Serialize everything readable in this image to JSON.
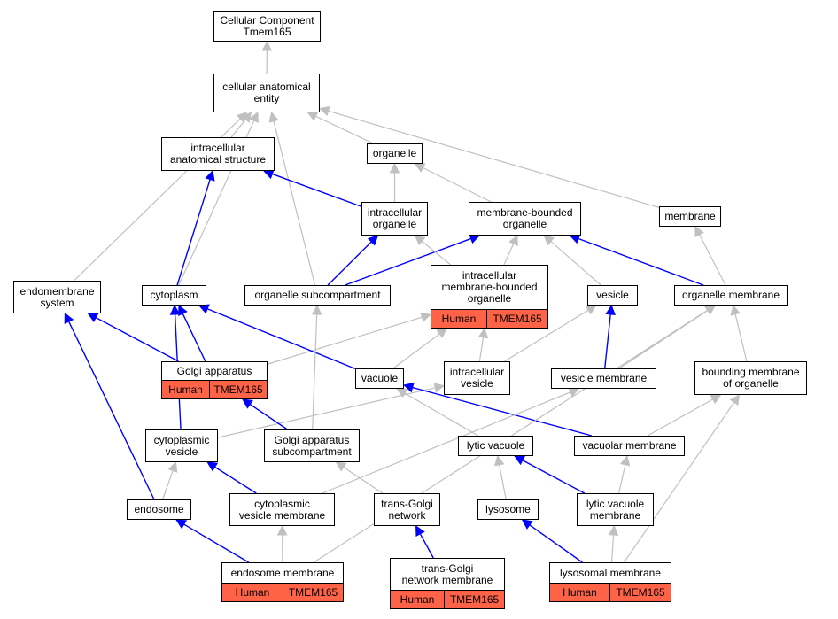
{
  "colors": {
    "is_a": "#c0c0c0",
    "part_of": "#0000ff",
    "annotation": "#ff6347"
  },
  "nodes": {
    "root": "Cellular Component\nTmem165",
    "cae": "cellular anatomical\nentity",
    "ias": "intracellular\nanatomical structure",
    "organelle": "organelle",
    "io": "intracellular\norganelle",
    "mbo": "membrane-bounded\norganelle",
    "membrane": "membrane",
    "es": "endomembrane\nsystem",
    "cyto": "cytoplasm",
    "osub": "organelle subcompartment",
    "imbo": "intracellular\nmembrane-bounded\norganelle",
    "vesicle": "vesicle",
    "om": "organelle membrane",
    "golgi": "Golgi apparatus",
    "vacuole": "vacuole",
    "iv": "intracellular\nvesicle",
    "vm": "vesicle membrane",
    "bmo": "bounding membrane\nof organelle",
    "cv": "cytoplasmic\nvesicle",
    "gas": "Golgi apparatus\nsubcompartment",
    "lv": "lytic vacuole",
    "vacm": "vacuolar membrane",
    "endosome": "endosome",
    "cvm": "cytoplasmic\nvesicle membrane",
    "tgn": "trans-Golgi\nnetwork",
    "lysosome": "lysosome",
    "lvm": "lytic vacuole\nmembrane",
    "em": "endosome membrane",
    "tgnm": "trans-Golgi\nnetwork membrane",
    "lm": "lysosomal membrane"
  },
  "annotations": {
    "imbo": [
      "Human",
      "TMEM165"
    ],
    "golgi": [
      "Human",
      "TMEM165"
    ],
    "em": [
      "Human",
      "TMEM165"
    ],
    "tgnm": [
      "Human",
      "TMEM165"
    ],
    "lm": [
      "Human",
      "TMEM165"
    ]
  },
  "edges": [
    {
      "from": "cae",
      "to": "root",
      "type": "is_a"
    },
    {
      "from": "ias",
      "to": "cae",
      "type": "is_a"
    },
    {
      "from": "organelle",
      "to": "cae",
      "type": "is_a"
    },
    {
      "from": "membrane",
      "to": "cae",
      "type": "is_a"
    },
    {
      "from": "es",
      "to": "cae",
      "type": "is_a"
    },
    {
      "from": "cyto",
      "to": "cae",
      "type": "is_a"
    },
    {
      "from": "osub",
      "to": "cae",
      "type": "is_a"
    },
    {
      "from": "io",
      "to": "organelle",
      "type": "is_a"
    },
    {
      "from": "mbo",
      "to": "organelle",
      "type": "is_a"
    },
    {
      "from": "io",
      "to": "ias",
      "type": "part_of"
    },
    {
      "from": "cyto",
      "to": "ias",
      "type": "part_of"
    },
    {
      "from": "osub",
      "to": "io",
      "type": "part_of"
    },
    {
      "from": "osub",
      "to": "mbo",
      "type": "part_of"
    },
    {
      "from": "imbo",
      "to": "io",
      "type": "is_a"
    },
    {
      "from": "imbo",
      "to": "mbo",
      "type": "is_a"
    },
    {
      "from": "vesicle",
      "to": "mbo",
      "type": "is_a"
    },
    {
      "from": "om",
      "to": "mbo",
      "type": "part_of"
    },
    {
      "from": "om",
      "to": "membrane",
      "type": "is_a"
    },
    {
      "from": "golgi",
      "to": "es",
      "type": "part_of"
    },
    {
      "from": "golgi",
      "to": "cyto",
      "type": "part_of"
    },
    {
      "from": "golgi",
      "to": "imbo",
      "type": "is_a"
    },
    {
      "from": "vacuole",
      "to": "cyto",
      "type": "part_of"
    },
    {
      "from": "vacuole",
      "to": "imbo",
      "type": "is_a"
    },
    {
      "from": "iv",
      "to": "imbo",
      "type": "is_a"
    },
    {
      "from": "iv",
      "to": "vesicle",
      "type": "is_a"
    },
    {
      "from": "vm",
      "to": "vesicle",
      "type": "part_of"
    },
    {
      "from": "vm",
      "to": "om",
      "type": "is_a"
    },
    {
      "from": "bmo",
      "to": "om",
      "type": "is_a"
    },
    {
      "from": "cv",
      "to": "cyto",
      "type": "part_of"
    },
    {
      "from": "cv",
      "to": "iv",
      "type": "is_a"
    },
    {
      "from": "gas",
      "to": "golgi",
      "type": "part_of"
    },
    {
      "from": "gas",
      "to": "osub",
      "type": "is_a"
    },
    {
      "from": "lv",
      "to": "vacuole",
      "type": "is_a"
    },
    {
      "from": "vacm",
      "to": "vacuole",
      "type": "part_of"
    },
    {
      "from": "vacm",
      "to": "bmo",
      "type": "is_a"
    },
    {
      "from": "endosome",
      "to": "es",
      "type": "part_of"
    },
    {
      "from": "endosome",
      "to": "cv",
      "type": "is_a"
    },
    {
      "from": "cvm",
      "to": "cv",
      "type": "part_of"
    },
    {
      "from": "cvm",
      "to": "vm",
      "type": "is_a"
    },
    {
      "from": "tgn",
      "to": "gas",
      "type": "is_a"
    },
    {
      "from": "lysosome",
      "to": "lv",
      "type": "is_a"
    },
    {
      "from": "lvm",
      "to": "lv",
      "type": "part_of"
    },
    {
      "from": "lvm",
      "to": "vacm",
      "type": "is_a"
    },
    {
      "from": "em",
      "to": "endosome",
      "type": "part_of"
    },
    {
      "from": "em",
      "to": "cvm",
      "type": "is_a"
    },
    {
      "from": "em",
      "to": "om",
      "type": "is_a"
    },
    {
      "from": "tgnm",
      "to": "tgn",
      "type": "part_of"
    },
    {
      "from": "lm",
      "to": "lysosome",
      "type": "part_of"
    },
    {
      "from": "lm",
      "to": "lvm",
      "type": "is_a"
    },
    {
      "from": "lm",
      "to": "bmo",
      "type": "is_a"
    }
  ]
}
